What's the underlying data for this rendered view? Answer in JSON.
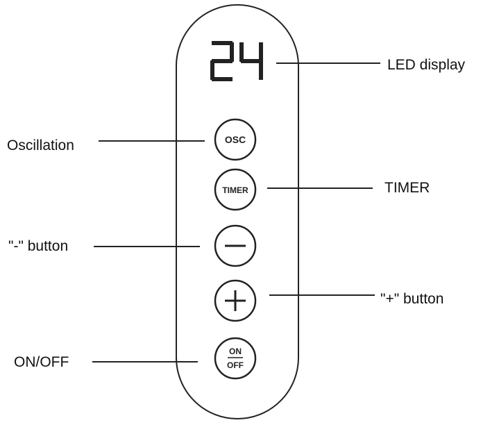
{
  "display": {
    "value": "24"
  },
  "buttons": {
    "osc": {
      "text": "OSC"
    },
    "timer": {
      "text": "TIMER"
    },
    "minus": {
      "icon": "minus-icon"
    },
    "plus": {
      "icon": "plus-icon"
    },
    "onoff": {
      "top": "ON",
      "bottom": "OFF"
    }
  },
  "labels": {
    "led_display": "LED display",
    "oscillation": "Oscillation",
    "timer": "TIMER",
    "minus_button": "\"-\" button",
    "plus_button": "\"+\" button",
    "on_off": "ON/OFF"
  },
  "colors": {
    "outline": "#222222",
    "text": "#111111"
  }
}
